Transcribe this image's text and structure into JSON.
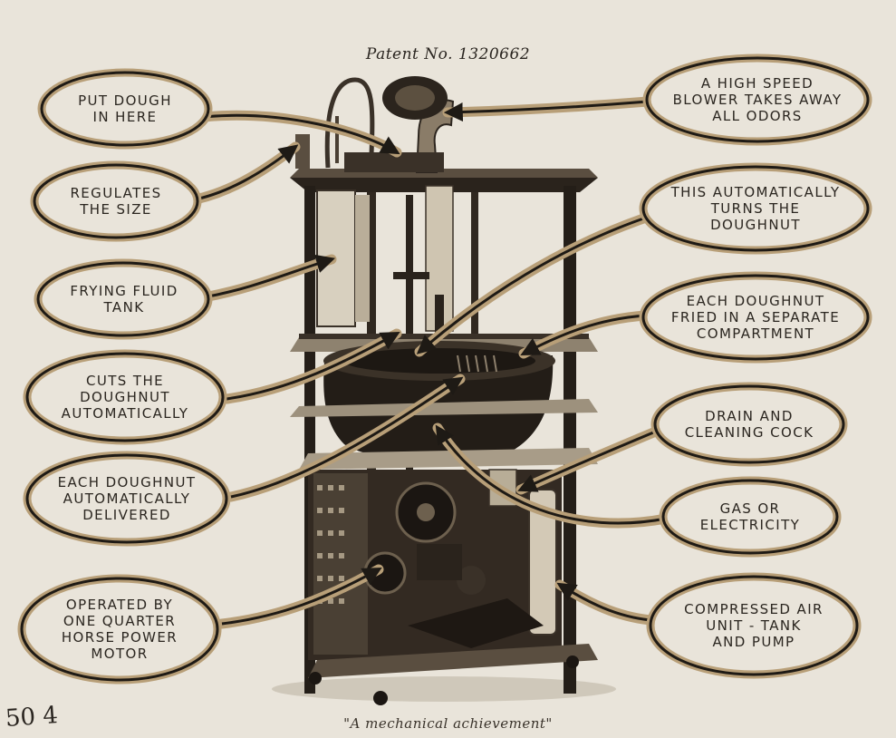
{
  "title": "Patent No. 1320662",
  "caption": "\"A mechanical achievement\"",
  "hand_note": "50 4",
  "callouts": [
    {
      "id": "put-dough",
      "text": "PUT DOUGH\nIN HERE"
    },
    {
      "id": "regulates-size",
      "text": "REGULATES\nTHE SIZE"
    },
    {
      "id": "frying-fluid-tank",
      "text": "FRYING FLUID\nTANK"
    },
    {
      "id": "cuts-doughnut",
      "text": "CUTS THE\nDOUGHNUT\nAUTOMATICALLY"
    },
    {
      "id": "automatically-delivered",
      "text": "EACH DOUGHNUT\nAUTOMATICALLY\nDELIVERED"
    },
    {
      "id": "motor",
      "text": "OPERATED BY\nONE QUARTER\nHORSE POWER\nMOTOR"
    },
    {
      "id": "blower",
      "text": "A HIGH SPEED\nBLOWER TAKES AWAY\nALL ODORS"
    },
    {
      "id": "turns-doughnut",
      "text": "THIS AUTOMATICALLY\nTURNS THE\nDOUGHNUT"
    },
    {
      "id": "separate-compartment",
      "text": "EACH DOUGHNUT\nFRIED IN A SEPARATE\nCOMPARTMENT"
    },
    {
      "id": "drain-cock",
      "text": "DRAIN AND\nCLEANING COCK"
    },
    {
      "id": "gas-electricity",
      "text": "GAS OR\nELECTRICITY"
    },
    {
      "id": "compressed-air",
      "text": "COMPRESSED AIR\nUNIT - TANK\nAND PUMP"
    }
  ],
  "colors": {
    "paper": "#e9e4da",
    "ink": "#2b2620",
    "halo": "#b89f78",
    "machine_dark": "#231d17",
    "machine_light": "#cfc6b4"
  }
}
